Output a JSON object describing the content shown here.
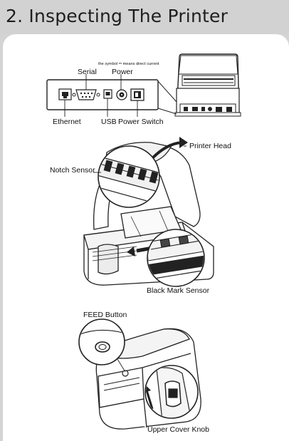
{
  "header": {
    "title": "2. Inspecting The Printer"
  },
  "rear_panel": {
    "symbol_note": "the symbol ⎓ means direct current",
    "labels": {
      "serial": "Serial",
      "power": "Power",
      "ethernet": "Ethernet",
      "usb": "USB",
      "power_switch": "Power Switch"
    }
  },
  "open_printer": {
    "labels": {
      "printer_head": "Printer Head",
      "notch_sensor": "Notch Sensor",
      "black_mark_sensor": "Black Mark Sensor"
    }
  },
  "front_printer": {
    "labels": {
      "feed_button": "FEED Button",
      "upper_cover_knob": "Upper Cover Knob"
    }
  }
}
